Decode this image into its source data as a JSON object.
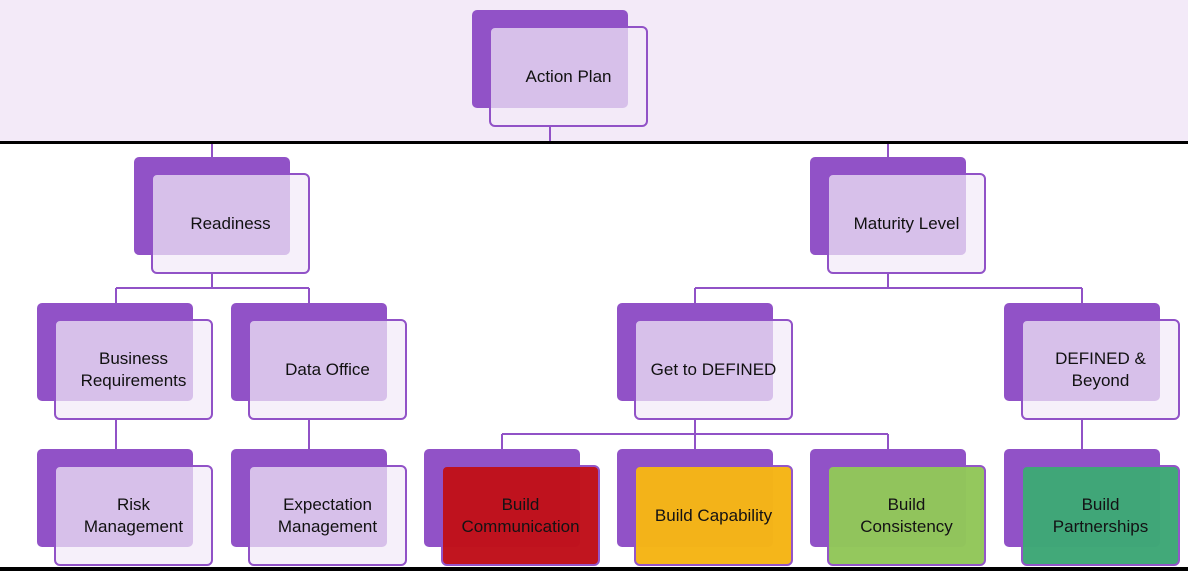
{
  "nodes": [
    {
      "id": "action-plan",
      "label": "Action Plan"
    },
    {
      "id": "readiness",
      "label": "Readiness"
    },
    {
      "id": "maturity-level",
      "label": "Maturity Level"
    },
    {
      "id": "business-requirements",
      "label": "Business\nRequirements"
    },
    {
      "id": "data-office",
      "label": "Data Office"
    },
    {
      "id": "get-to-defined",
      "label": "Get to DEFINED"
    },
    {
      "id": "defined-beyond",
      "label": "DEFINED &\nBeyond"
    },
    {
      "id": "risk-management",
      "label": "Risk\nManagement"
    },
    {
      "id": "expectation-management",
      "label": "Expectation\nManagement"
    },
    {
      "id": "build-communication",
      "label": "Build\nCommunication",
      "fill": "#c0111b"
    },
    {
      "id": "build-capability",
      "label": "Build Capability",
      "fill": "#f5b516"
    },
    {
      "id": "build-consistency",
      "label": "Build\nConsistency",
      "fill": "#92c75a"
    },
    {
      "id": "build-partnerships",
      "label": "Build\nPartnerships",
      "fill": "#3fa877"
    }
  ],
  "edges": [
    [
      "action-plan",
      "readiness"
    ],
    [
      "action-plan",
      "maturity-level"
    ],
    [
      "readiness",
      "business-requirements"
    ],
    [
      "readiness",
      "data-office"
    ],
    [
      "maturity-level",
      "get-to-defined"
    ],
    [
      "maturity-level",
      "defined-beyond"
    ],
    [
      "business-requirements",
      "risk-management"
    ],
    [
      "data-office",
      "expectation-management"
    ],
    [
      "get-to-defined",
      "build-communication"
    ],
    [
      "get-to-defined",
      "build-capability"
    ],
    [
      "get-to-defined",
      "build-consistency"
    ],
    [
      "defined-beyond",
      "build-partnerships"
    ]
  ],
  "colors": {
    "accent": "#9152c7",
    "band": "#f3eaf8"
  }
}
